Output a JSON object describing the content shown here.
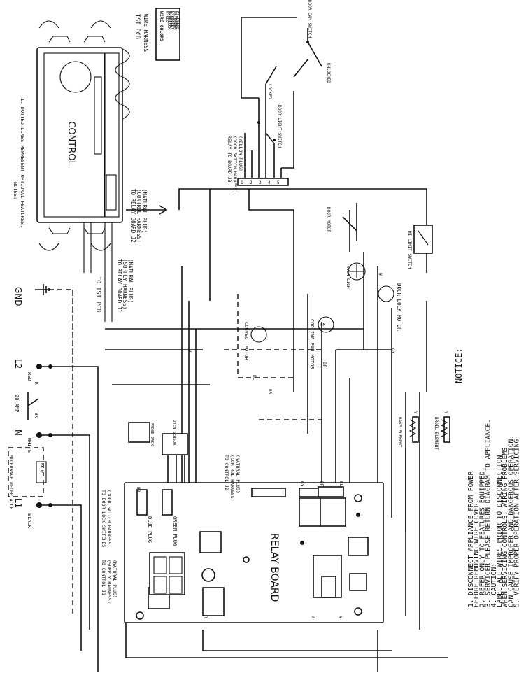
{
  "wire_colors": {
    "title": "WIRE COLORS",
    "items": [
      "R-RED",
      "BK-BLACK",
      "W-WHITE",
      "G-GREEN",
      "V-VIOLET",
      "BL-BLUE",
      "BR-BROWN",
      "O-ORANGE",
      "GY-GRAY",
      "Y-YELLOW"
    ]
  },
  "control": {
    "label": "CONTROL",
    "tst_pcb": "TST PCB",
    "wire_harness": "WIRE HARNESS",
    "to_tst_pcb": "TO TST PCB",
    "to_relay_j2": "TO RELAY BOARD J2",
    "to_relay_j2_sub1": "(CONTROL HARNESS)",
    "to_relay_j2_sub2": "(NATURAL PLUG)",
    "to_relay_j1": "TO RELAY BOARD J1",
    "to_relay_j1_sub1": "(SUPPLY HARNESS)",
    "to_relay_j1_sub2": "(NATURAL PLUG)"
  },
  "notes": {
    "heading": "NOTES:",
    "line1": "1. DOTTED LINES REPRESENT OPTIONAL FEATURES."
  },
  "door_switch": {
    "door_cam_switch": "DOOR CAM SWITCH",
    "locked": "LOCKED",
    "unlocked": "UNLOCKED",
    "door_light_switch": "DOOR LIGHT SWITCH",
    "relay_j3": "RELAY TO BOARD J3",
    "relay_j3_sub1": "(DOOR SWITCH HARNESS)",
    "relay_j3_sub2": "(YELLOW PLUG)",
    "pins": [
      "1",
      "2",
      "3",
      "4",
      "5"
    ]
  },
  "power": {
    "gnd": "GND",
    "l2": "L2",
    "l1": "L1",
    "n": "N",
    "red": "RED",
    "white": "WHITE",
    "black": "BLACK",
    "amp": "20 AMP",
    "microwave_receptacle": "MICROWAVE RECEPTACLE"
  },
  "components": {
    "convect_motor": "CONVECT MOTOR",
    "cooling_fan_motor": "COOLING FAN MOTOR",
    "oven_light": "OVEN LIGHT",
    "door_lock_motor": "DOOR LOCK MOTOR",
    "door_motor": "DOOR MOTOR",
    "hi_limit_switch": "HI LIMIT SWITCH",
    "bake_element": "BAKE ELEMENT",
    "broil_element": "BROIL ELEMENT",
    "probe_jack": "PROBE JACK",
    "oven_sensor": "OVEN SENSOR"
  },
  "relay_board": {
    "label": "RELAY BOARD",
    "blue_plug": "BLUE PLUG",
    "green_plug": "GREEN PLUG",
    "to_control_j2": "TO CONTROL J2",
    "to_control_j2_sub1": "(CONTROL HARNESS)",
    "to_control_j2_sub2": "(NATURAL PLUG)",
    "to_door_lock": "TO DOOR LOCK SWITCHES",
    "to_door_lock_sub1": "(DOOR SWITCH HARNESS)",
    "to_control_j1": "TO CONTROL J1",
    "to_control_j1_sub1": "(SUPPLY HARNESS)",
    "to_control_j1_sub2": "(NATURAL PLUG)"
  },
  "wire_labels": {
    "bk": "BK",
    "w": "W",
    "r": "R",
    "bl": "BL",
    "br": "BR",
    "gy": "GY",
    "y": "Y",
    "v": "V",
    "o": "O",
    "g": "G"
  },
  "notice": {
    "heading": "NOTICE:",
    "items": [
      "1.  DISCONNECT APPLIANCE FROM POWER",
      "    BEFORE REMOVING WIRE COVER.",
      "2.  REFER ONLY TO FEATURES EQUIPPED.",
      "3.  SERVICER PLEASE RETURN DIAGRAM TO APPLIANCE.",
      "4.  CAUTION:",
      "    LABEL ALL WIRES PRIOR TO DISCONNECTION",
      "    WHEN SERVICING CONTROLS. WIRING PROBLEMS",
      "    CAN CAUSE IMPROPER AND DANGEROUS OPERATION.",
      "5.  VERIFY PROPER OPERATION AFTER SERVICING."
    ]
  }
}
